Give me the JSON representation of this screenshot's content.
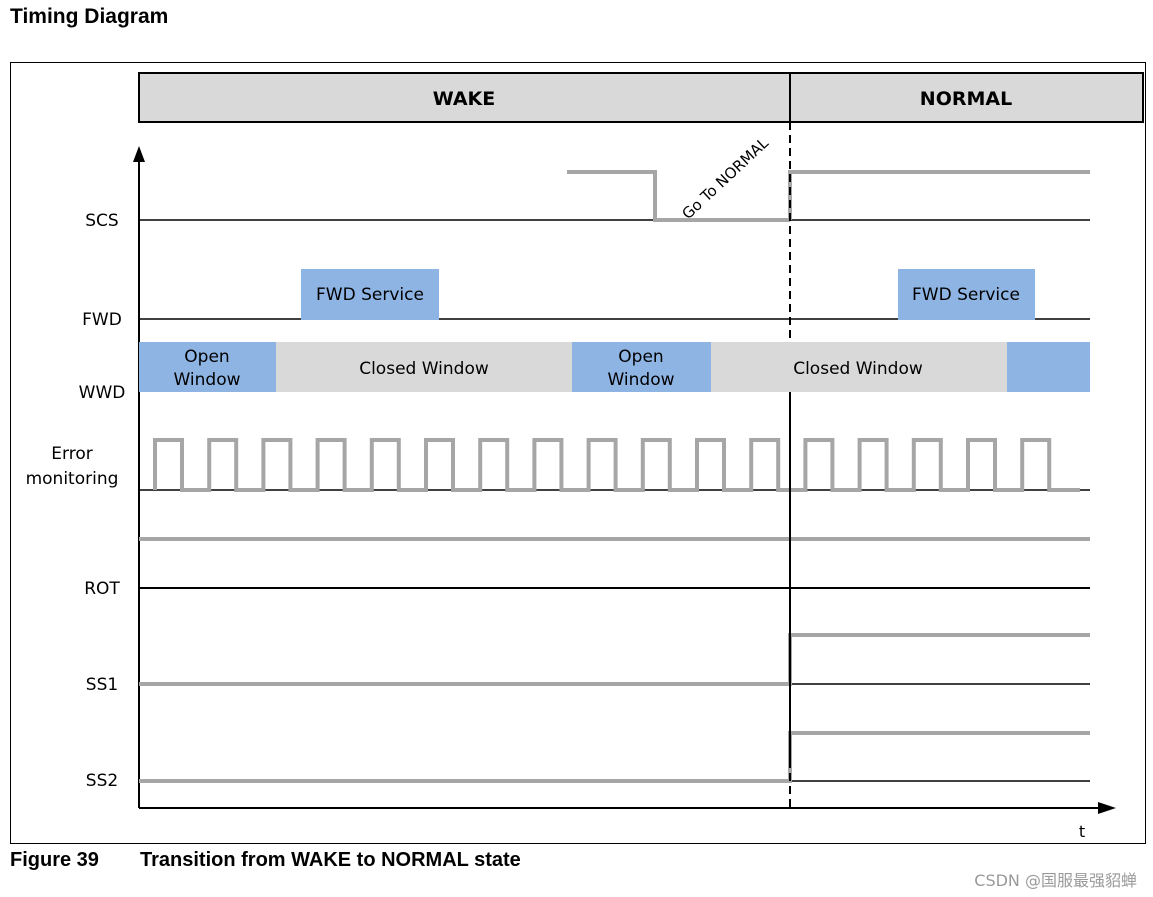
{
  "heading": "Timing Diagram",
  "states": {
    "wake": "WAKE",
    "normal": "NORMAL"
  },
  "signals": {
    "scs": "SCS",
    "fwd": "FWD",
    "wwd": "WWD",
    "error_line1": "Error",
    "error_line2": "monitoring",
    "rot": "ROT",
    "ss1": "SS1",
    "ss2": "SS2"
  },
  "fwd_service": "FWD Service",
  "window": {
    "open_line1": "Open",
    "open_line2": "Window",
    "closed": "Closed Window"
  },
  "annotation": "Go To NORMAL",
  "time_axis": "t",
  "caption": {
    "number": "Figure 39",
    "text": "Transition from WAKE to NORMAL state"
  },
  "watermark": "CSDN @国服最强貂蝉",
  "colors": {
    "state_bar": "#d9d9d9",
    "open_window": "#8eb4e3",
    "closed_window": "#d9d9d9",
    "fwd_service": "#8eb4e3",
    "signal_trace": "#a6a6a6",
    "line": "#000000"
  }
}
